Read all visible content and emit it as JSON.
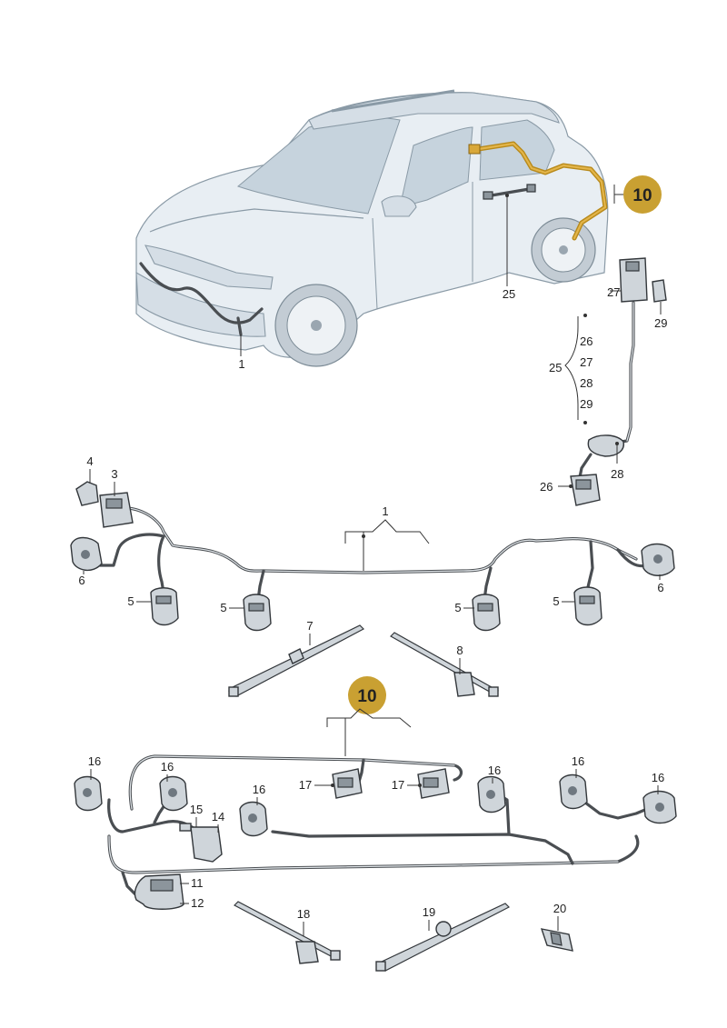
{
  "badges": [
    {
      "text": "10"
    },
    {
      "text": "10"
    }
  ],
  "labels": {
    "l1a": "1",
    "l25a": "25",
    "l27a": "27",
    "l29a": "29",
    "l25b": "25",
    "l26a": "26",
    "l27b": "27",
    "l28a": "28",
    "l29b": "29",
    "l28b": "28",
    "l26b": "26",
    "l4": "4",
    "l3": "3",
    "l1b": "1",
    "l6a": "6",
    "l6b": "6",
    "l5a": "5",
    "l5b": "5",
    "l5c": "5",
    "l5d": "5",
    "l7": "7",
    "l8": "8",
    "l16a": "16",
    "l16b": "16",
    "l16c": "16",
    "l16d": "16",
    "l16e": "16",
    "l16f": "16",
    "l17a": "17",
    "l17b": "17",
    "l15": "15",
    "l14": "14",
    "l11": "11",
    "l12": "12",
    "l18": "18",
    "l19": "19",
    "l20": "20"
  },
  "colors": {
    "badge": "#c9a032",
    "harness_highlight": "#d9a83a",
    "wire": "#4a4e52"
  }
}
